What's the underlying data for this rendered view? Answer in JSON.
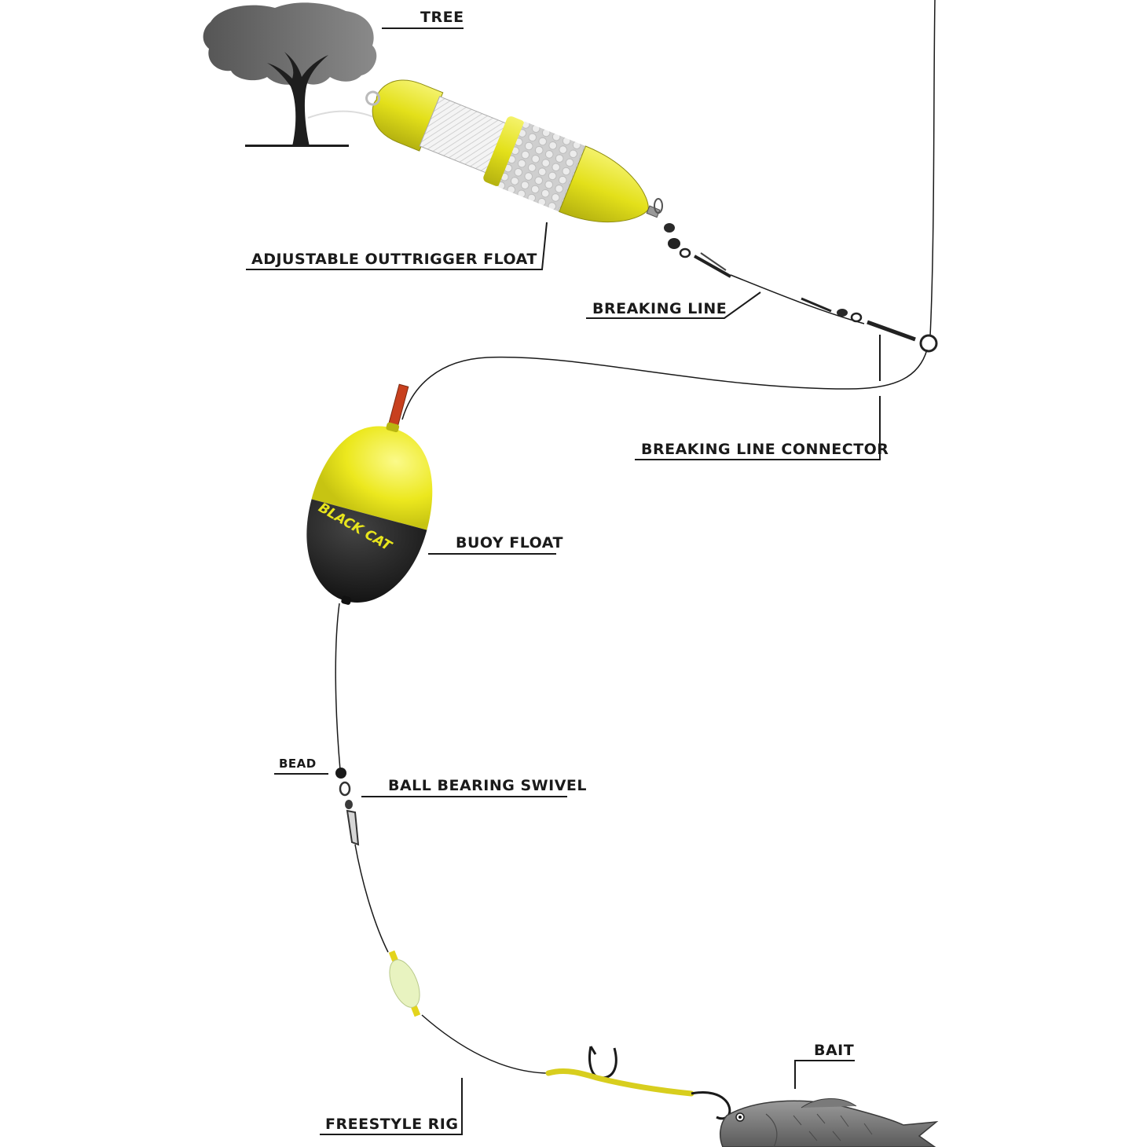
{
  "labels": {
    "tree": "TREE",
    "outrigger": "ADJUSTABLE OUTTRIGGER FLOAT",
    "breaking_line": "BREAKING LINE",
    "breaking_line_connector": "BREAKING LINE CONNECTOR",
    "buoy_float": "BUOY FLOAT",
    "bead": "BEAD",
    "swivel": "BALL BEARING SWIVEL",
    "bait": "BAIT",
    "freestyle_rig": "FREESTYLE RIG"
  },
  "brand": {
    "logo_text": "BLACK CAT"
  },
  "colors": {
    "float_yellow": "#e8e51c",
    "float_black": "#1b1b1b",
    "antenna_red": "#c8401e",
    "line": "#1a1a1a",
    "reflective_silver": "#d9d9d9",
    "tree_gray": "#6e6e6e",
    "glow_bead": "#e8f3c0"
  },
  "icons": [
    "tree-icon",
    "outrigger-float-icon",
    "buoy-float-icon",
    "swivel-icon",
    "hook-icon",
    "bait-fish-icon",
    "bead-icon"
  ]
}
